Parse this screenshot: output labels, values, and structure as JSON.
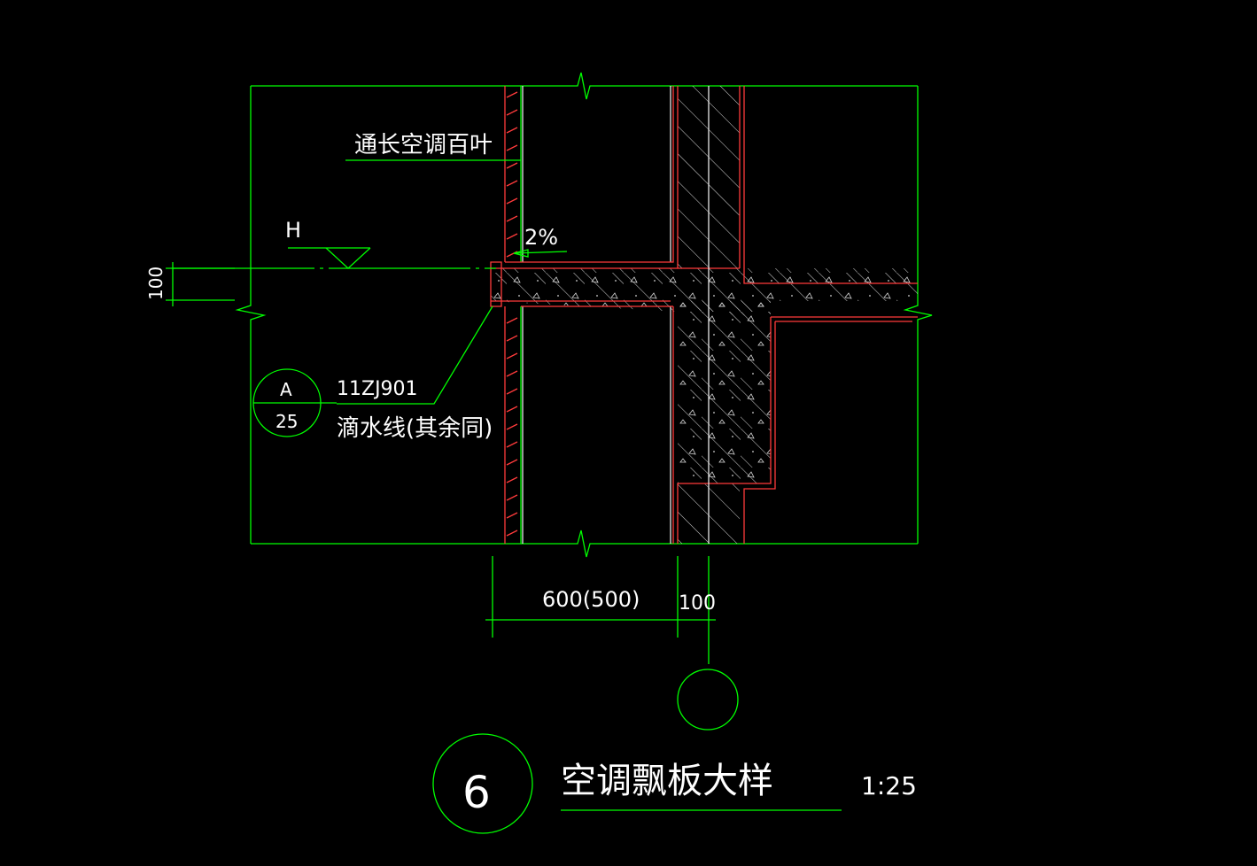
{
  "labels": {
    "louver": "通长空调百叶",
    "level_mark": "H",
    "slope": "2%",
    "height_dim": "100",
    "ref_top": "A",
    "ref_bottom": "25",
    "std_code": "11ZJ901",
    "drip_note": "滴水线(其余同)",
    "width_dim": "600(500)",
    "wall_dim": "100",
    "detail_no": "6",
    "detail_title": "空调飘板大样",
    "scale": "1:25"
  },
  "colors": {
    "background": "#000000",
    "outline": "#00ff00",
    "concrete": "#ff3b3b",
    "text": "#ffffff",
    "hatch": "#d8d8d8"
  }
}
